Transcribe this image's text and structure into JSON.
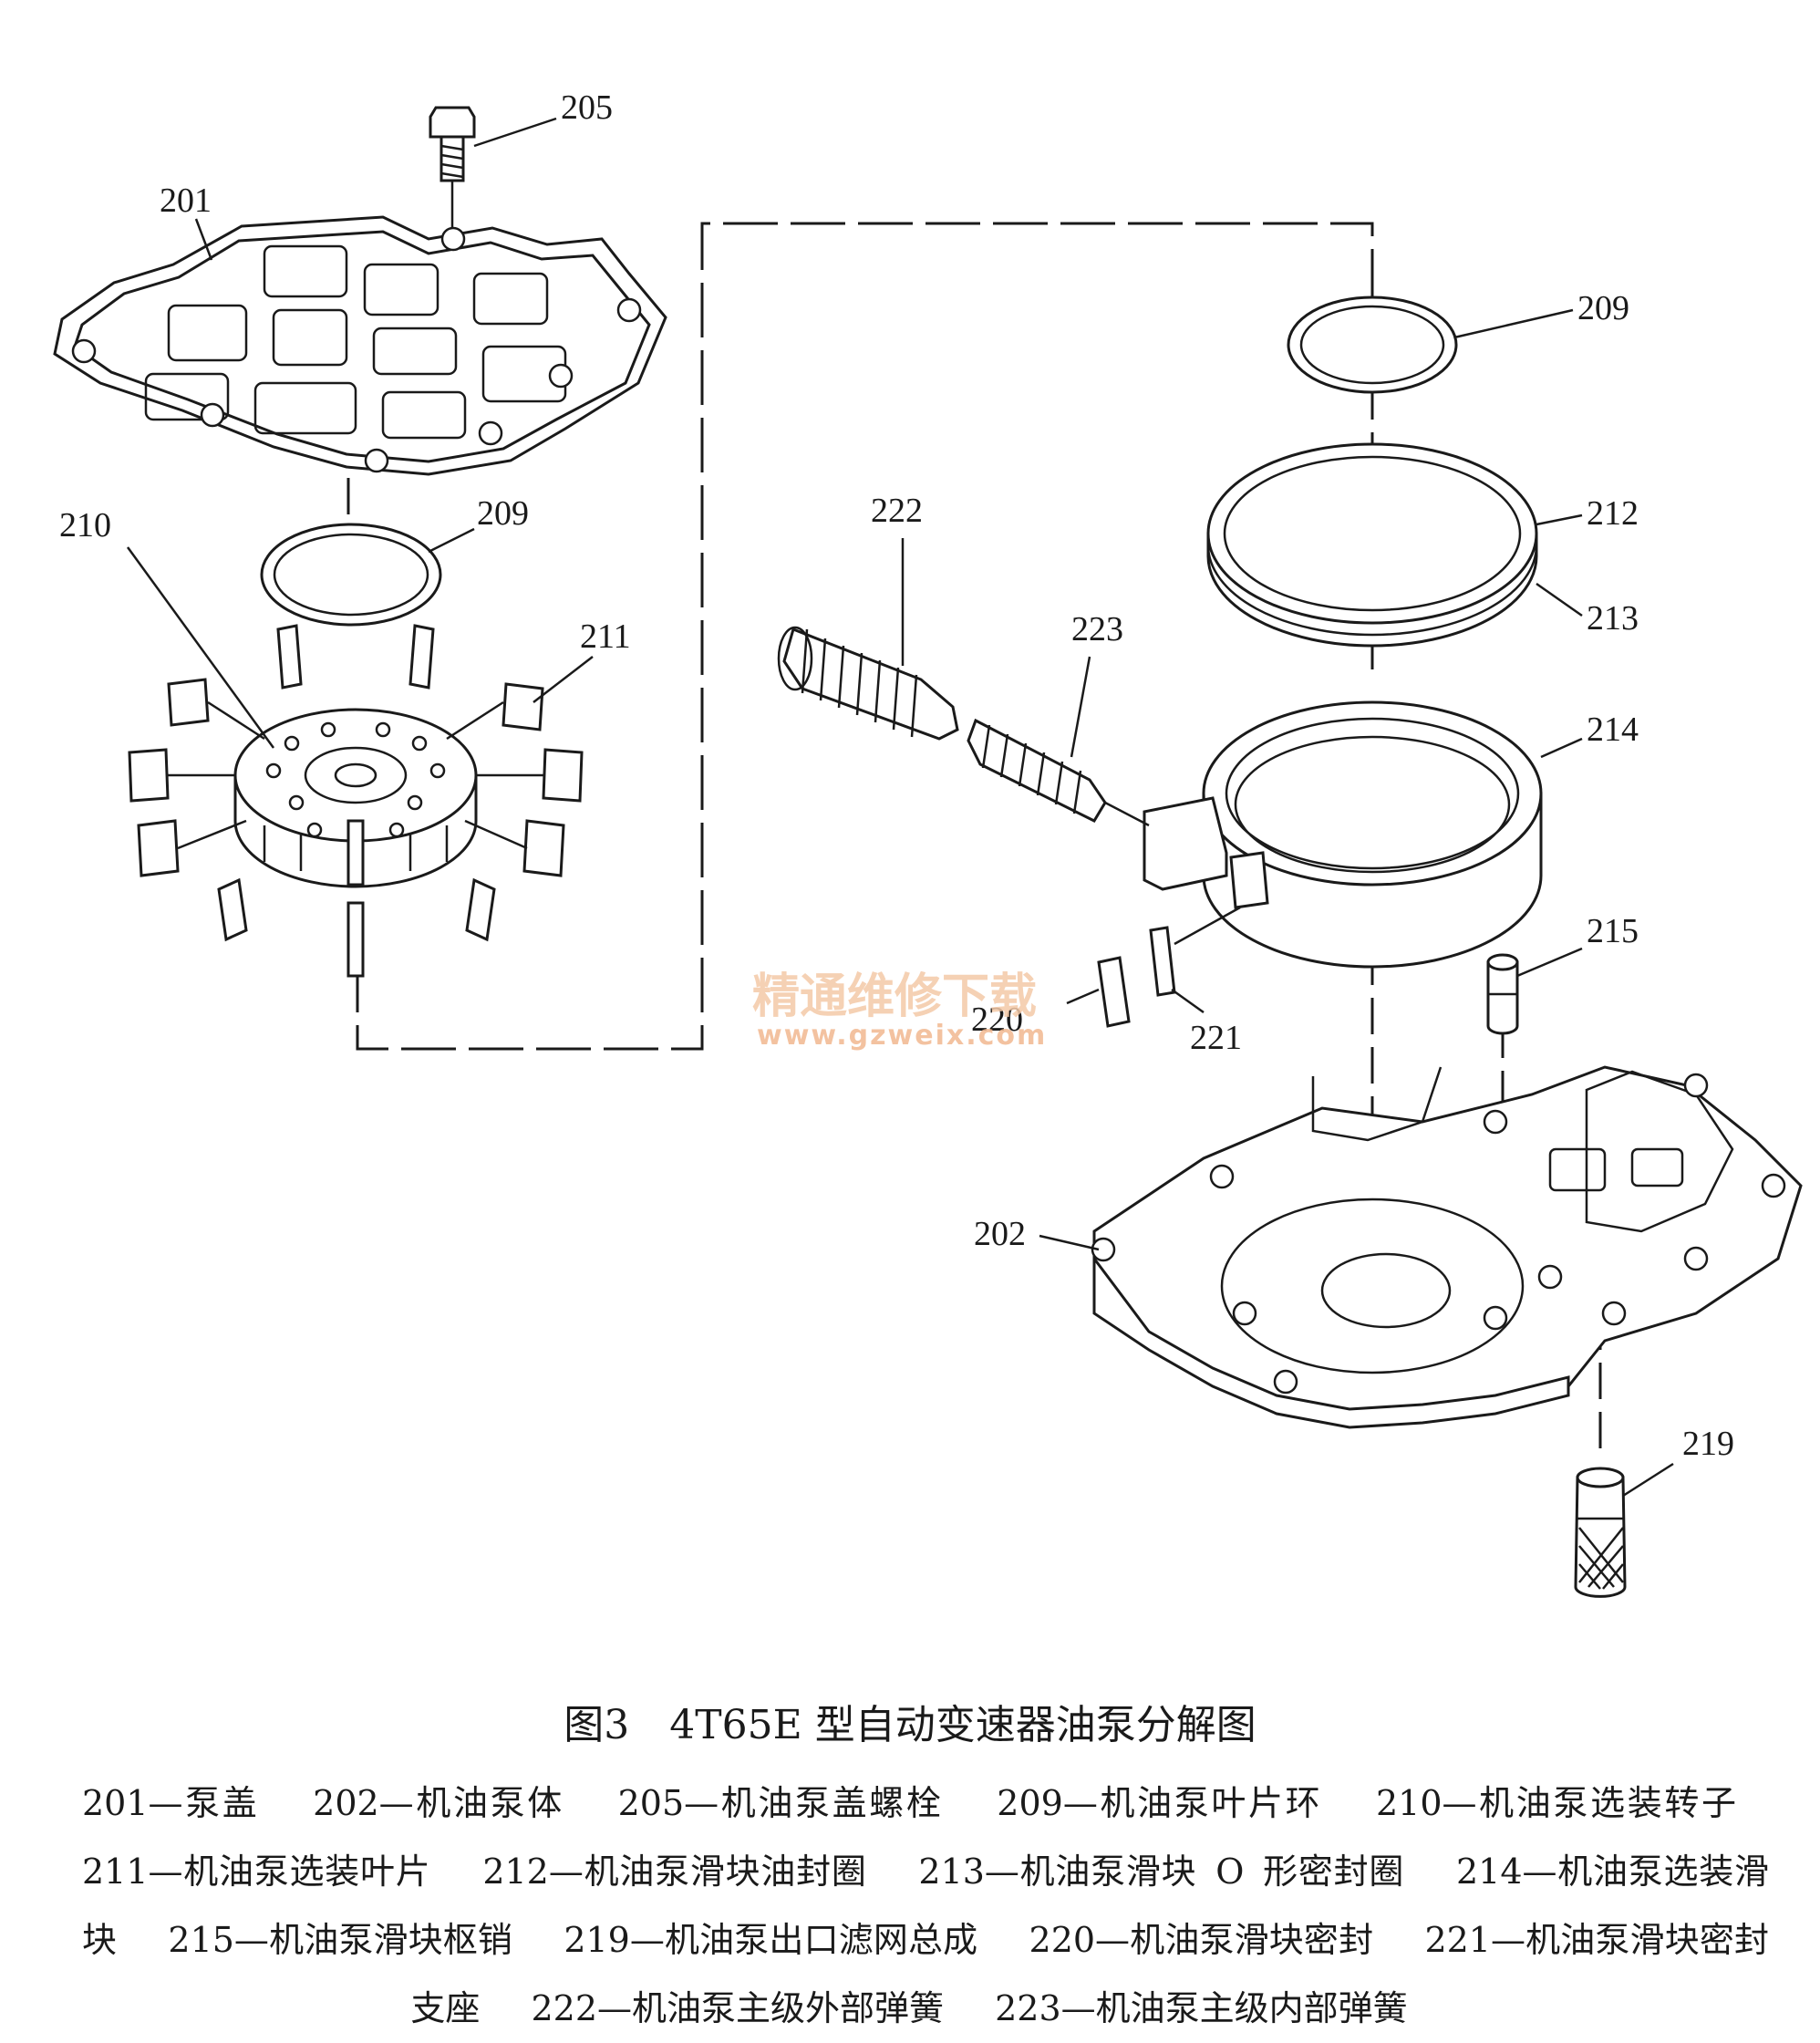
{
  "labels": {
    "p205": "205",
    "p201": "201",
    "p209a": "209",
    "p210": "210",
    "p211": "211",
    "p209b": "209",
    "p212": "212",
    "p213": "213",
    "p222": "222",
    "p223": "223",
    "p214": "214",
    "p215": "215",
    "p220": "220",
    "p221": "221",
    "p202": "202",
    "p219": "219"
  },
  "watermark": {
    "cn": "精通维修下载",
    "url": "www.gzweix.com"
  },
  "caption": {
    "title": "图3　4T65E 型自动变速器油泵分解图",
    "items": [
      "201—泵盖",
      "202—机油泵体",
      "205—机油泵盖螺栓",
      "209—机油泵叶片环",
      "210—机油泵选装转子",
      "211—机油泵选装叶片",
      "212—机油泵滑块油封圈",
      "213—机油泵滑块 O 形密封圈",
      "214—机油泵选装滑块",
      "215—机油泵滑块枢销",
      "219—机油泵出口滤网总成",
      "220—机油泵滑块密封",
      "221—机油泵滑块密封支座",
      "222—机油泵主级外部弹簧",
      "223—机油泵主级内部弹簧"
    ]
  }
}
